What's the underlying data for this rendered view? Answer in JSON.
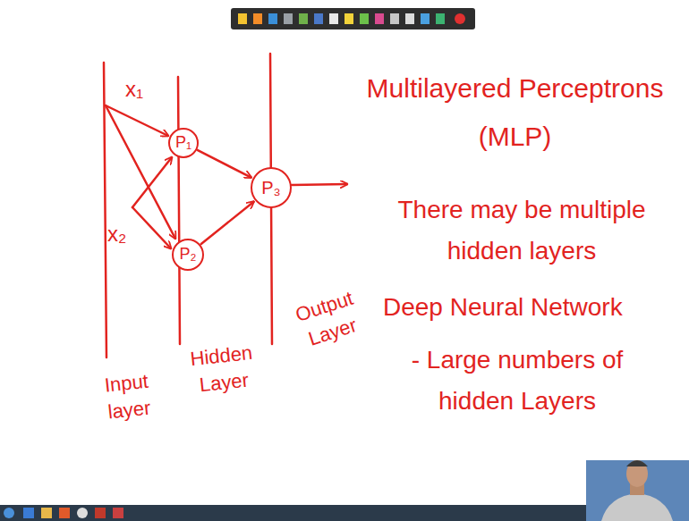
{
  "diagram": {
    "title": "Multilayered Perceptrons (MLP)",
    "nodes": [
      {
        "text": [
          "P₁"
        ]
      },
      {
        "text": [
          "P₂"
        ]
      },
      {
        "text": [
          "P₃"
        ]
      }
    ],
    "edges": [
      {
        "from": 0,
        "to": 2,
        "arrow": "to"
      },
      {
        "from": 1,
        "to": 2,
        "arrow": "to"
      }
    ],
    "labels": [
      "x₁",
      "x₂",
      "There may be multiple hidden layers",
      "Deep Neural Network",
      "- Large numbers of hidden Layers",
      "Input layer",
      "Hidden Layer",
      "Output Layer"
    ]
  }
}
